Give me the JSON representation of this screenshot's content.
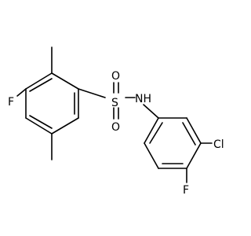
{
  "molecule": {
    "atoms": {
      "f_left": "F",
      "s": "S",
      "o_top": "O",
      "o_bottom": "O",
      "nh": "NH",
      "cl": "Cl",
      "f_bottom": "F"
    }
  },
  "colors": {
    "bond": "#000000",
    "background": "#ffffff"
  }
}
